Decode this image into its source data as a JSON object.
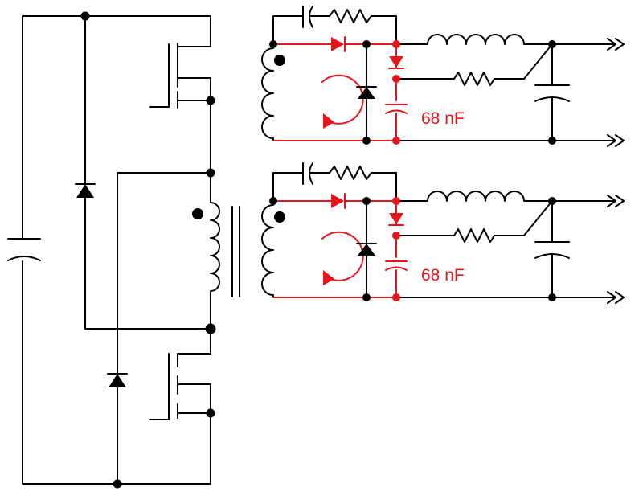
{
  "diagram": {
    "type": "circuit-schematic",
    "colors": {
      "wire": "#000000",
      "highlight": "#e8141c",
      "background": "#ffffff"
    },
    "labels": {
      "upper_snubber_capacitor": "68 nF",
      "lower_snubber_capacitor": "68 nF"
    }
  }
}
